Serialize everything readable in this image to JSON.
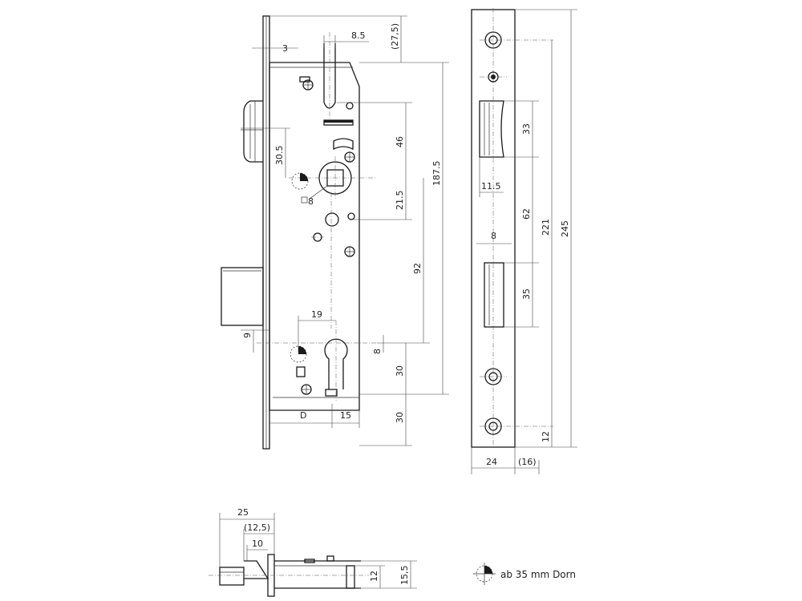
{
  "dimensions": {
    "latch_width": "8.5",
    "latch_top": "(27,5)",
    "faceplate_offset": "3",
    "spindle_to_top": "46",
    "handle_offset": "30.5",
    "spindle_to_lower": "21.5",
    "spindle_size": "8",
    "total_case": "187.5",
    "spindle_to_cylinder": "92",
    "cylinder_offset": "19",
    "cylinder_y_offset": "9",
    "cylinder_width": "8",
    "cylinder_to_bottom": "30",
    "bottom_height": "30",
    "backset_label": "D",
    "cylinder_to_edge": "15",
    "strike_width_top": "11.5",
    "strike_upper": "33",
    "strike_mid": "62",
    "strike_gap": "8",
    "strike_lower": "35",
    "strike_221": "221",
    "strike_total": "245",
    "strike_bottom": "12",
    "strike_width": "24",
    "strike_depth": "(16)",
    "side_total": "25",
    "side_mid": "(12,5)",
    "side_10": "10",
    "side_12": "12",
    "side_15_5": "15,5"
  },
  "legend": {
    "text": "ab 35 mm Dorn"
  }
}
